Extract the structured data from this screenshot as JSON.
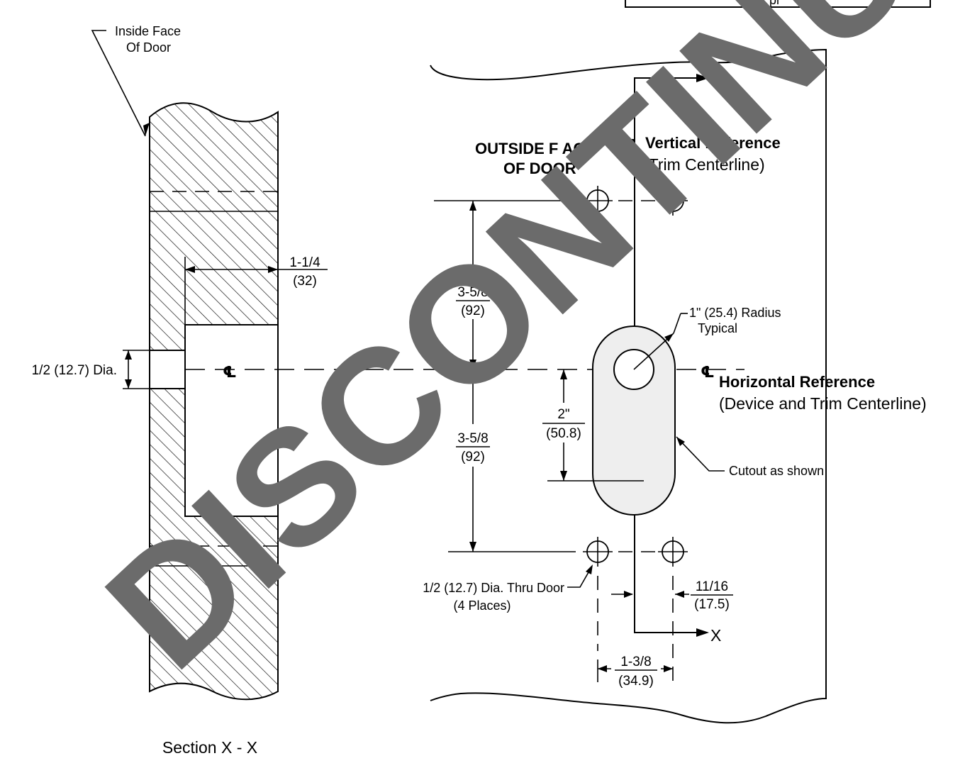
{
  "labels": {
    "inside_face_line1": "Inside Face",
    "inside_face_line2": "Of Door",
    "outside_face_line1": "OUTSIDE F ACE",
    "outside_face_line2": "OF DOOR",
    "vertical_ref_title": "Vertical Reference",
    "vertical_ref_sub": "(Trim Centerline)",
    "horizontal_ref_title": "Horizontal Reference",
    "horizontal_ref_sub": "(Device and Trim Centerline)",
    "centerline_symbol": "℄",
    "radius_line1": "1\" (25.4) Radius",
    "radius_line2": "Typical",
    "cutout": "Cutout as shown",
    "thru_door_line1": "1/2 (12.7) Dia. Thru Door",
    "thru_door_line2": "(4 Places)",
    "half_dia": "1/2 (12.7) Dia.",
    "section_caption": "Section X - X",
    "section_mark": "X",
    "top_box_fragment": "pi"
  },
  "dimensions": {
    "d1_num": "1-1/4",
    "d1_mm": "(32)",
    "d2_num": "3-5/8",
    "d2_mm": "(92)",
    "d3_num": "3-5/8",
    "d3_mm": "(92)",
    "d4_num": "2\"",
    "d4_mm": "(50.8)",
    "d5_num": "11/16",
    "d5_mm": "(17.5)",
    "d6_num": "1-3/8",
    "d6_mm": "(34.9)"
  },
  "watermark": {
    "text": "DISCONTINUED",
    "color": "#6b6b6b"
  }
}
